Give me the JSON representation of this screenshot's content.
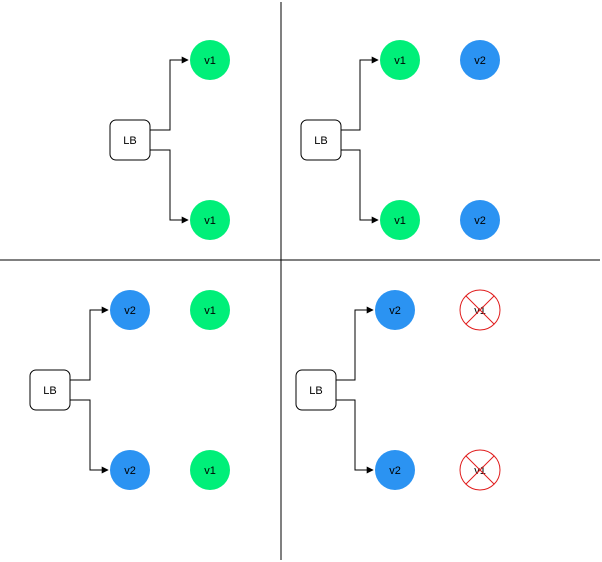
{
  "colors": {
    "v1": "#00ef79",
    "v2": "#2b93f2",
    "removed": "#e01b1b",
    "line": "#000000",
    "box_fill": "#ffffff"
  },
  "labels": {
    "lb": "LB",
    "v1": "v1",
    "v2": "v2"
  },
  "panels": [
    {
      "name": "panel-top-left",
      "lb": "LB",
      "nodes": [
        [
          "v1"
        ],
        [
          "v1"
        ]
      ],
      "targets": [
        "v1",
        "v1"
      ]
    },
    {
      "name": "panel-top-right",
      "lb": "LB",
      "nodes": [
        [
          "v1",
          "v2"
        ],
        [
          "v1",
          "v2"
        ]
      ],
      "targets": [
        "v1",
        "v1"
      ]
    },
    {
      "name": "panel-bottom-left",
      "lb": "LB",
      "nodes": [
        [
          "v2",
          "v1"
        ],
        [
          "v2",
          "v1"
        ]
      ],
      "targets": [
        "v2",
        "v2"
      ]
    },
    {
      "name": "panel-bottom-right",
      "lb": "LB",
      "nodes": [
        [
          "v2",
          "v1-removed"
        ],
        [
          "v2",
          "v1-removed"
        ]
      ],
      "targets": [
        "v2",
        "v2"
      ]
    }
  ]
}
